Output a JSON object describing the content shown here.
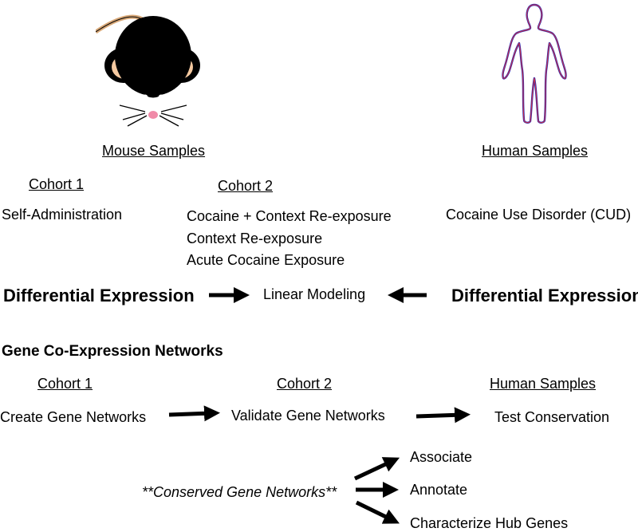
{
  "top": {
    "mouse_samples": "Mouse Samples",
    "human_samples": "Human Samples",
    "cohort1": "Cohort 1",
    "cohort2": "Cohort 2",
    "self_admin": "Self-Administration",
    "cohort2_items": [
      "Cocaine + Context Re-exposure",
      "Context Re-exposure",
      "Acute Cocaine Exposure"
    ],
    "cud": "Cocaine Use Disorder (CUD)",
    "diff_expr_left": "Differential Expression",
    "linear_modeling": "Linear Modeling",
    "diff_expr_right": "Differential Expression"
  },
  "networks": {
    "title": "Gene Co-Expression Networks",
    "cohort1": "Cohort 1",
    "cohort2": "Cohort 2",
    "human_samples": "Human Samples",
    "create": "Create Gene Networks",
    "validate": "Validate Gene Networks",
    "test": "Test Conservation",
    "conserved": "**Conserved Gene Networks**",
    "outcomes": [
      "Associate",
      "Annotate",
      "Characterize Hub Genes"
    ]
  },
  "colors": {
    "mouse_body": "#000000",
    "mouse_ear": "#f5c9a0",
    "mouse_tail": "#d8a878",
    "mouse_nose": "#f08aa8",
    "human_outline_outer": "#2b2bb8",
    "human_outline_inner": "#d03040"
  },
  "icons": [
    "mouse-icon",
    "human-figure-icon",
    "arrow-right-icon"
  ]
}
